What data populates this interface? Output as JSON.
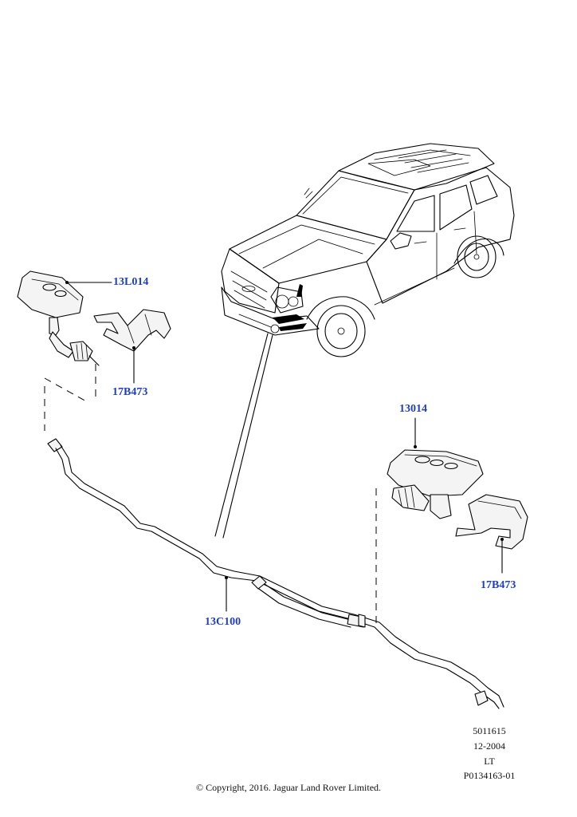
{
  "callouts": {
    "jet_left": "13L014",
    "clip_left": "17B473",
    "jet_right": "13014",
    "clip_right": "17B473",
    "hose": "13C100"
  },
  "meta": {
    "code": "5011615",
    "date": "12-2004",
    "region": "LT",
    "illustration": "P0134163-01"
  },
  "copyright": "© Copyright, 2016. Jaguar Land Rover Limited.",
  "colors": {
    "callout": "#1f3fbf",
    "line": "#000000"
  }
}
